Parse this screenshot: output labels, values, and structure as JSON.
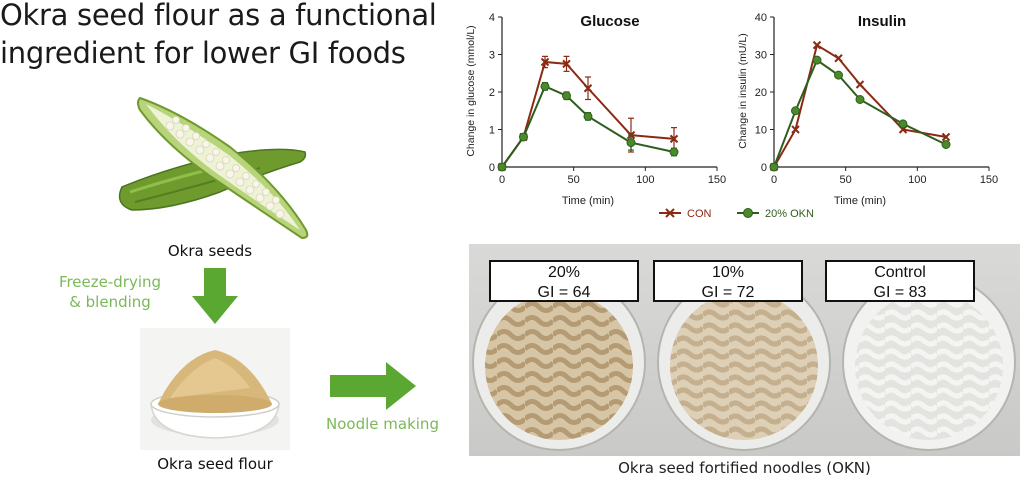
{
  "title": {
    "line1": "Okra seed flour as a functional",
    "line2": "ingredient for lower GI foods"
  },
  "labels": {
    "okra_seeds": "Okra seeds",
    "process1_line1": "Freeze-drying",
    "process1_line2": "& blending",
    "okra_seed_flour": "Okra seed flour",
    "process2": "Noodle making",
    "caption": "Okra seed fortified noodles (OKN)"
  },
  "gi_boxes": [
    {
      "percent": "20%",
      "gi": "GI = 64"
    },
    {
      "percent": "10%",
      "gi": "GI = 72"
    },
    {
      "percent": "Control",
      "gi": "GI = 83"
    }
  ],
  "legend": {
    "con": "CON",
    "okn": "20% OKN"
  },
  "colors": {
    "con": "#8b2a14",
    "okn": "#2e5e1e",
    "arrow": "#5aa832",
    "process_text": "#7cb85a"
  },
  "chart_data": [
    {
      "type": "line",
      "title": "Glucose",
      "xlabel": "Time (min)",
      "ylabel": "Change in glucose (mmol/L)",
      "xlim": [
        0,
        150
      ],
      "ylim": [
        0,
        4
      ],
      "xticks": [
        0,
        50,
        100,
        150
      ],
      "yticks": [
        0,
        1,
        2,
        3,
        4
      ],
      "series": [
        {
          "name": "CON",
          "x": [
            0,
            15,
            30,
            45,
            60,
            90,
            120
          ],
          "y": [
            0,
            0.8,
            2.8,
            2.75,
            2.1,
            0.85,
            0.75
          ],
          "err": [
            0,
            0.05,
            0.15,
            0.2,
            0.3,
            0.45,
            0.3
          ]
        },
        {
          "name": "20% OKN",
          "x": [
            0,
            15,
            30,
            45,
            60,
            90,
            120
          ],
          "y": [
            0,
            0.8,
            2.15,
            1.9,
            1.35,
            0.65,
            0.4
          ],
          "err": [
            0,
            0.05,
            0.1,
            0.1,
            0.1,
            0.2,
            0.1
          ]
        }
      ]
    },
    {
      "type": "line",
      "title": "Insulin",
      "xlabel": "Time (min)",
      "ylabel": "Change in insulin (mU/L)",
      "xlim": [
        0,
        150
      ],
      "ylim": [
        0,
        40
      ],
      "xticks": [
        0,
        50,
        100,
        150
      ],
      "yticks": [
        0,
        10,
        20,
        30,
        40
      ],
      "series": [
        {
          "name": "CON",
          "x": [
            0,
            15,
            30,
            45,
            60,
            90,
            120
          ],
          "y": [
            0,
            10,
            32.5,
            29,
            22,
            10,
            8
          ]
        },
        {
          "name": "20% OKN",
          "x": [
            0,
            15,
            30,
            45,
            60,
            90,
            120
          ],
          "y": [
            0,
            15,
            28.5,
            24.5,
            18,
            11.5,
            6
          ]
        }
      ]
    }
  ]
}
